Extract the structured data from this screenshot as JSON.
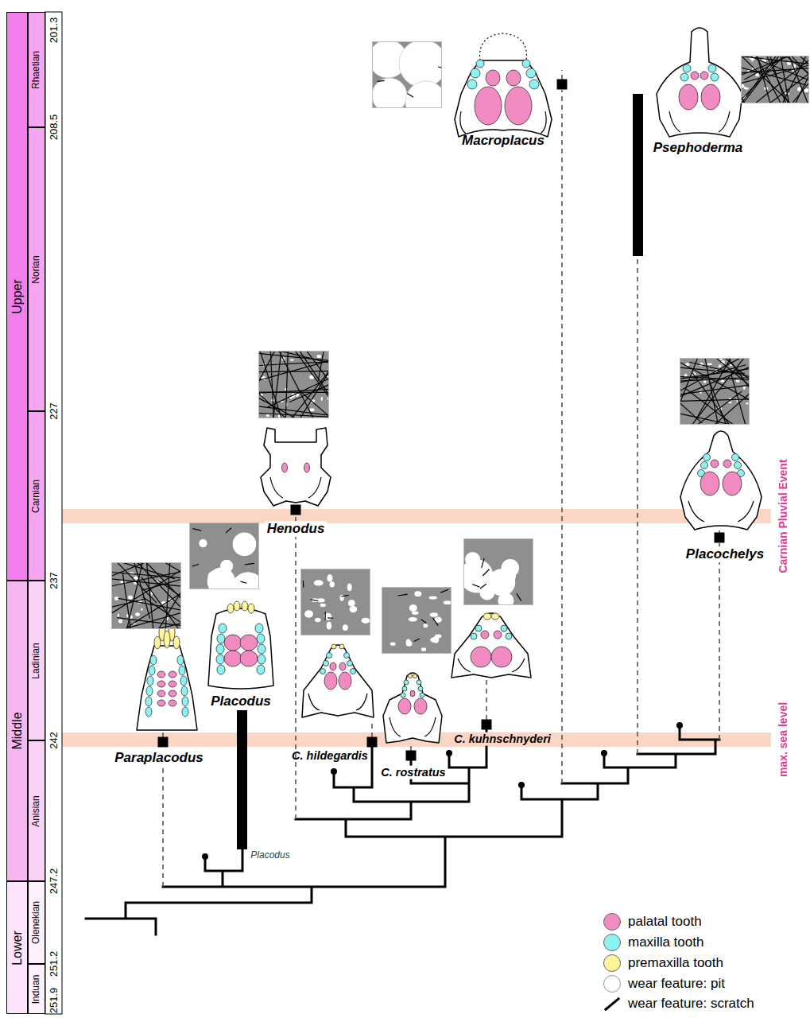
{
  "diagram": {
    "nodes": [
      {
        "text": [
          "Upper"
        ]
      },
      {
        "text": [
          "Middle"
        ]
      },
      {
        "text": [
          "Lower"
        ]
      },
      {
        "text": [
          "Rhaetian"
        ]
      },
      {
        "text": [
          "Norian"
        ]
      },
      {
        "text": [
          "Carnian"
        ]
      },
      {
        "text": [
          "Ladinian"
        ]
      },
      {
        "text": [
          "Anisian"
        ]
      },
      {
        "text": [
          "Olenekian"
        ]
      },
      {
        "text": [
          "Induan"
        ]
      },
      {
        "text": [
          "Carnian Pluvial Event"
        ]
      },
      {
        "text": [
          "max. sea level"
        ]
      }
    ],
    "labels": [
      "201.3",
      "208.5",
      "227",
      "237",
      "242",
      "247.2",
      "251.2",
      "251.9",
      "Macroplacus",
      "Psephoderma",
      "Henodus",
      "Placochelys",
      "Placodus",
      "Paraplacodus",
      "C. hildegardis",
      "C. rostratus",
      "C. kuhnschnyderi",
      "Placodus"
    ],
    "legend": [
      {
        "text": "palatal tooth",
        "color": "#f38bc3"
      },
      {
        "text": "maxilla tooth",
        "color": "#8cf2f2"
      },
      {
        "text": "premaxilla tooth",
        "color": "#fff59a"
      },
      {
        "text": "wear feature: pit"
      },
      {
        "text": "wear feature: scratch"
      }
    ]
  }
}
